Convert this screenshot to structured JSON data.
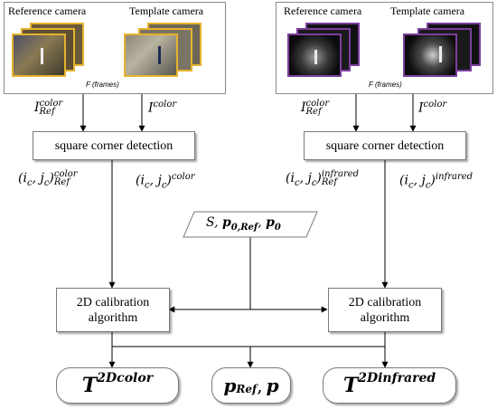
{
  "left_panel": {
    "reference_label": "Reference camera",
    "template_label": "Template camera",
    "frames_label": "F (frames)",
    "frame_border_color": "#e6b32e"
  },
  "right_panel": {
    "reference_label": "Reference camera",
    "template_label": "Template camera",
    "frames_label": "F (frames)",
    "frame_border_color": "#7a3f9e"
  },
  "inputs_left": {
    "ref": {
      "base": "I",
      "sup": "color",
      "sub": "Ref"
    },
    "tpl": {
      "base": "I",
      "sup": "color"
    }
  },
  "inputs_right": {
    "ref": {
      "base": "I",
      "sup": "color",
      "sub": "Ref"
    },
    "tpl": {
      "base": "I",
      "sup": "color"
    }
  },
  "detection_left": "square corner detection",
  "detection_right": "square corner detection",
  "corners_left": {
    "ref": {
      "base": "(i",
      "c1": "c",
      "mid": ", j",
      "c2": "c",
      "close": ")",
      "sup": "color",
      "sub": "Ref"
    },
    "tpl": {
      "base": "(i",
      "c1": "c",
      "mid": ", j",
      "c2": "c",
      "close": ")",
      "sup": "color"
    }
  },
  "corners_right": {
    "ref": {
      "base": "(i",
      "c1": "c",
      "mid": ", j",
      "c2": "c",
      "close": ")",
      "sup": "infrared",
      "sub": "Ref"
    },
    "tpl": {
      "base": "(i",
      "c1": "c",
      "mid": ", j",
      "c2": "c",
      "close": ")",
      "sup": "infrared"
    }
  },
  "params": {
    "s": "S,",
    "p0ref": "p",
    "p0ref_sub": "0,Ref",
    "comma": ",",
    "p0": "p",
    "p0_sub": "0"
  },
  "calibration_left": {
    "line1": "2D calibration",
    "line2": "algorithm"
  },
  "calibration_right": {
    "line1": "2D calibration",
    "line2": "algorithm"
  },
  "outputs": {
    "left": {
      "base": "T",
      "sup": "2Dcolor"
    },
    "middle": {
      "a": "p",
      "a_sub": "Ref",
      "comma": ",",
      "b": "p"
    },
    "right": {
      "base": "T",
      "sup": "2Dinfrared"
    }
  }
}
